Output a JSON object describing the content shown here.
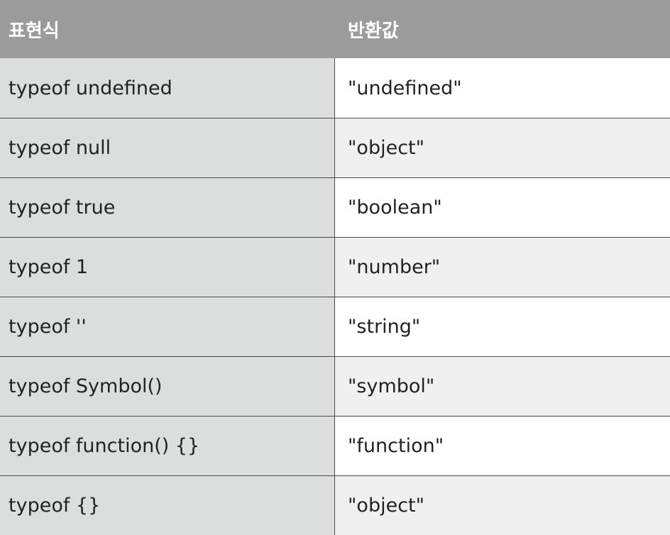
{
  "header": {
    "col_expression": "표현식",
    "col_return": "반환값"
  },
  "rows": [
    {
      "expression": "typeof undefined",
      "result": "\"undefined\""
    },
    {
      "expression": "typeof null",
      "result": "\"object\""
    },
    {
      "expression": "typeof true",
      "result": "\"boolean\""
    },
    {
      "expression": "typeof 1",
      "result": "\"number\""
    },
    {
      "expression": "typeof ''",
      "result": "\"string\""
    },
    {
      "expression": "typeof Symbol()",
      "result": "\"symbol\""
    },
    {
      "expression": "typeof function() {}",
      "result": "\"function\""
    },
    {
      "expression": "typeof {}",
      "result": "\"object\""
    }
  ]
}
